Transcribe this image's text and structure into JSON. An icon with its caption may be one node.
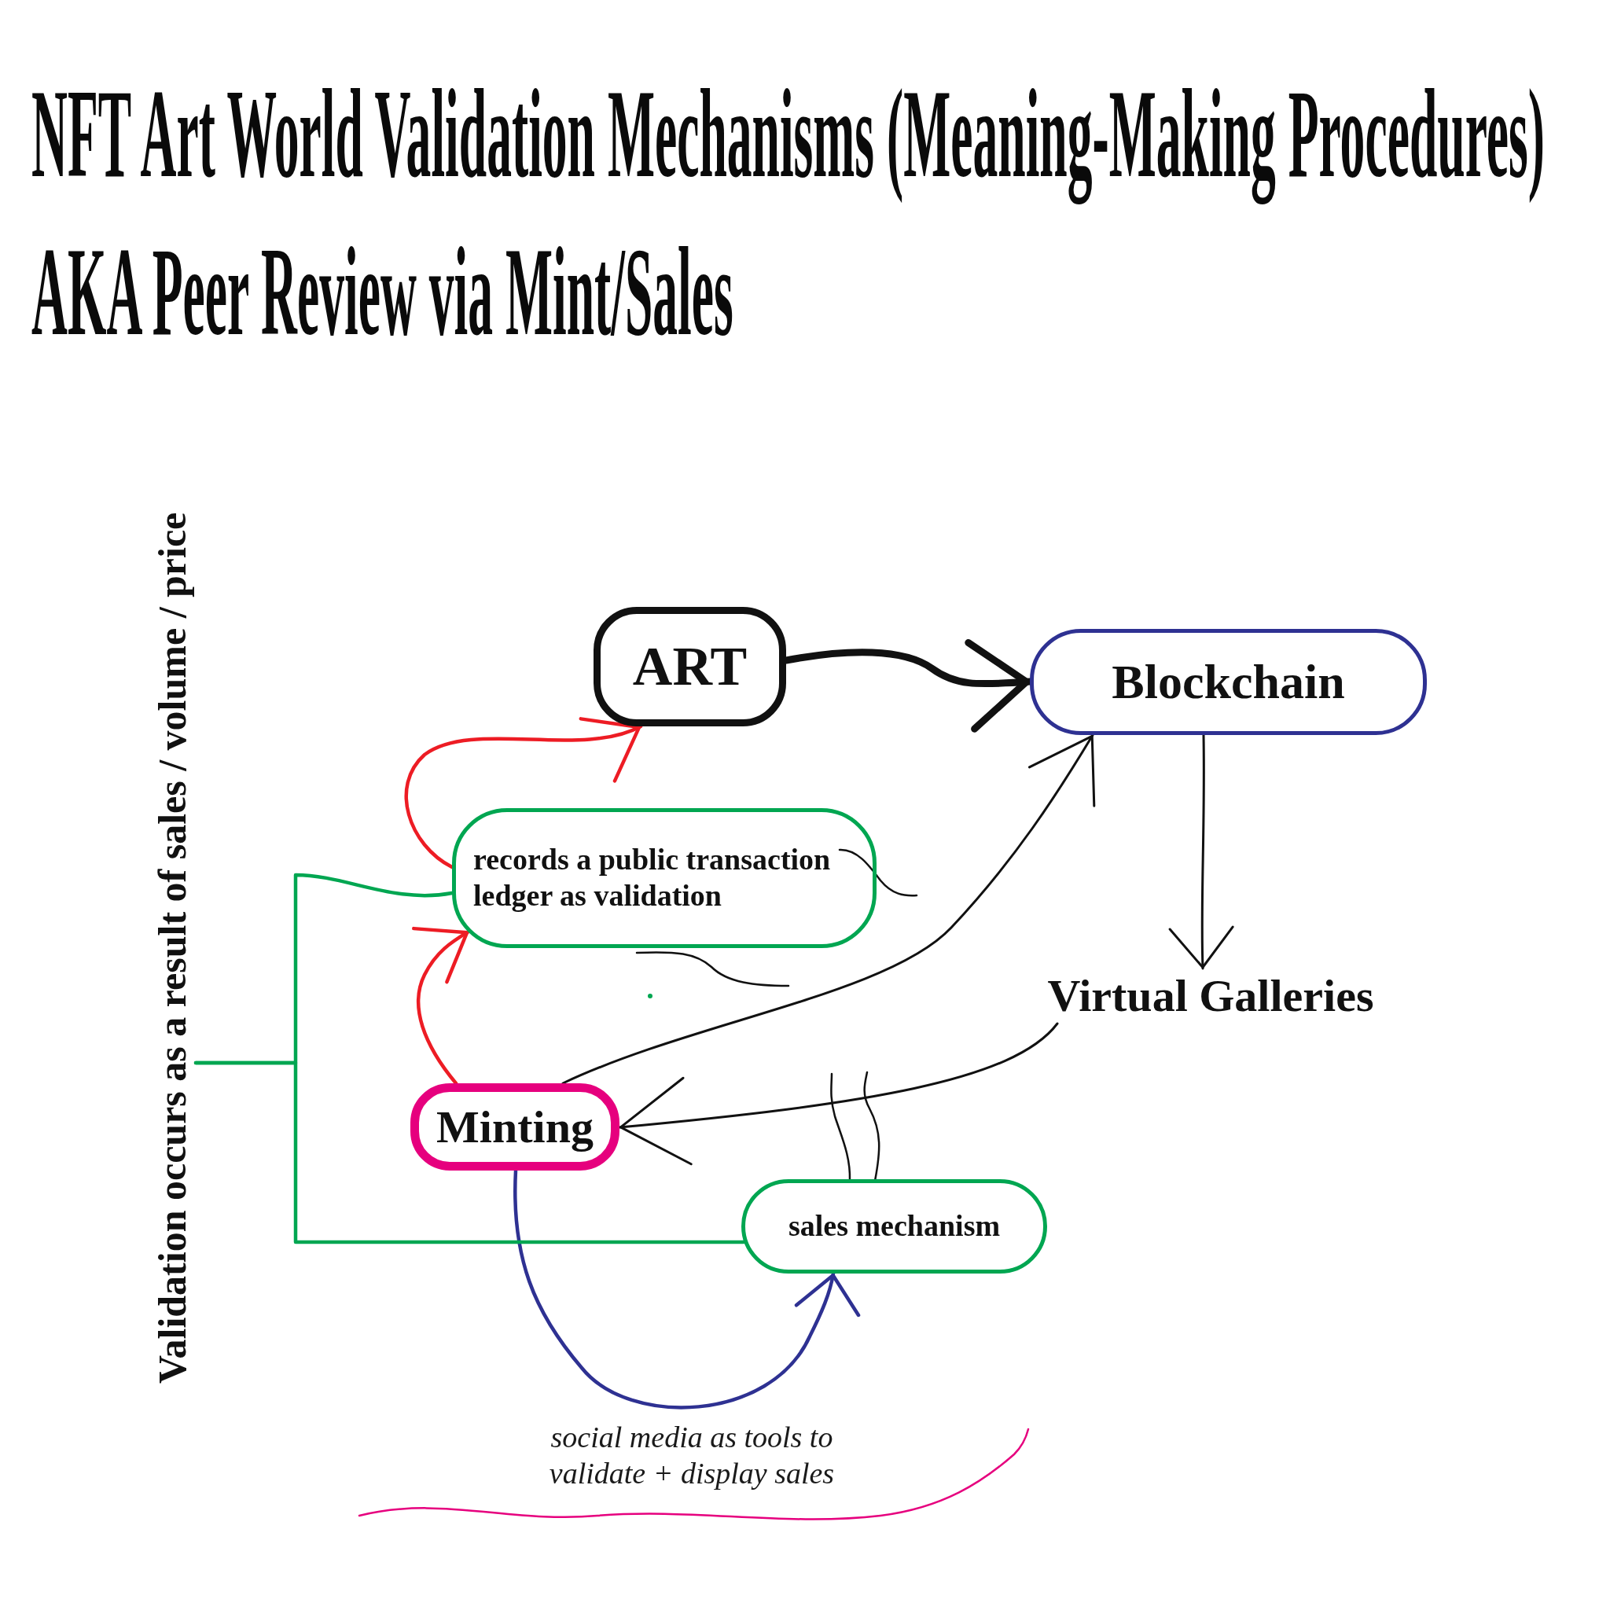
{
  "diagram": {
    "title": "NFT Art World Validation Mechanisms (Meaning-Making Procedures)",
    "nodes": [
      {
        "text": [
          "Validation occurs as a result of sales / volume / price"
        ]
      },
      {
        "text": [
          "ART"
        ]
      },
      {
        "text": [
          "Blockchain"
        ]
      },
      {
        "text": [
          "records a public transaction ledger as validation"
        ]
      },
      {
        "text": [
          "Virtual Galleries"
        ]
      },
      {
        "text": [
          "Minting"
        ]
      },
      {
        "text": [
          "sales mechanism"
        ]
      }
    ],
    "edges": [
      {
        "from": 1,
        "to": 2,
        "arrow": "to",
        "style": "thick"
      },
      {
        "from": 2,
        "to": 4,
        "arrow": "to"
      },
      {
        "from": 4,
        "to": 5,
        "arrow": "to"
      },
      {
        "from": 5,
        "to": 2,
        "arrow": "to"
      },
      {
        "from": 5,
        "to": 3,
        "arrow": "to",
        "color": "#ed1c24"
      },
      {
        "from": 3,
        "to": 1,
        "arrow": "to",
        "color": "#ed1c24"
      },
      {
        "from": 5,
        "to": 6,
        "arrow": "to",
        "color": "#2e3192"
      },
      {
        "from": 0,
        "to": 3,
        "arrow": "none",
        "color": "#00a651"
      },
      {
        "from": 0,
        "to": 6,
        "arrow": "none",
        "color": "#00a651"
      }
    ],
    "labels": [
      "AKA Peer Review via Mint/Sales",
      "social media as tools to validate + display sales"
    ]
  }
}
